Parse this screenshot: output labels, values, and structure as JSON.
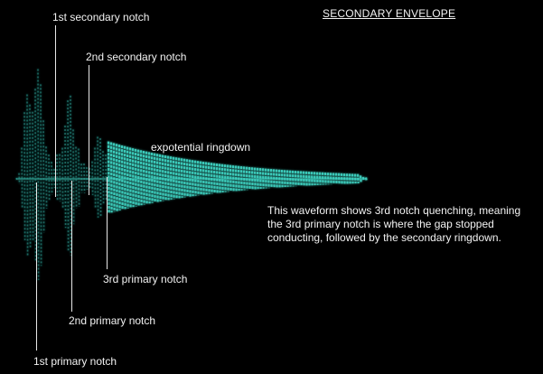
{
  "title": "SECONDARY ENVELOPE",
  "labels": {
    "sec1": "1st secondary notch",
    "sec2": "2nd secondary notch",
    "ringdown": "expotential ringdown",
    "prim3": "3rd primary notch",
    "prim2": "2nd primary notch",
    "prim1": "1st primary notch"
  },
  "description": [
    "This waveform shows 3rd notch quenching, meaning",
    "the 3rd primary notch is where the gap stopped",
    "conducting, followed by the secondary ringdown."
  ],
  "colors": {
    "background": "#000000",
    "trace": "#3fd9c8",
    "trace_dim": "#1b6e66",
    "text": "#f2f2f2"
  }
}
